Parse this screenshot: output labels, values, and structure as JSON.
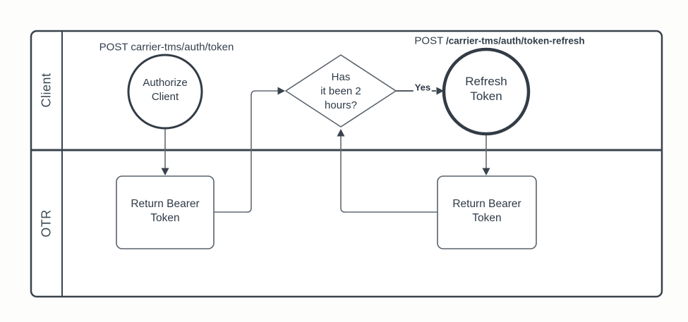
{
  "diagram": {
    "title_hint": "Carrier TMS auth token flow swimlane diagram",
    "lanes": [
      {
        "label": "Client"
      },
      {
        "label": "OTR"
      }
    ],
    "endpoint_labels": {
      "auth": {
        "method": "POST",
        "path": " carrier-tms/auth/token"
      },
      "refresh": {
        "method": "POST",
        "path": " /carrier-tms/auth/token-refresh"
      }
    },
    "nodes": {
      "authorize_client": {
        "type": "circle",
        "lines": [
          "Authorize",
          "Client"
        ]
      },
      "has_it_been": {
        "type": "decision",
        "lines": [
          "Has",
          "it been 2",
          "hours?"
        ]
      },
      "refresh_token": {
        "type": "circle",
        "lines": [
          "Refresh",
          "Token"
        ]
      },
      "return_bearer_left": {
        "type": "process",
        "lines": [
          "Return Bearer",
          "Token"
        ]
      },
      "return_bearer_right": {
        "type": "process",
        "lines": [
          "Return Bearer",
          "Token"
        ]
      }
    },
    "edge_labels": {
      "yes": "Yes"
    },
    "colors": {
      "frame_stroke": "#39424c",
      "shape_stroke": "#59626b",
      "connector_stroke": "#626a73",
      "arrow_fill": "#39424c",
      "text": "#2e3a46",
      "background": "#fdfdfc",
      "shape_fill": "#ffffff"
    }
  }
}
